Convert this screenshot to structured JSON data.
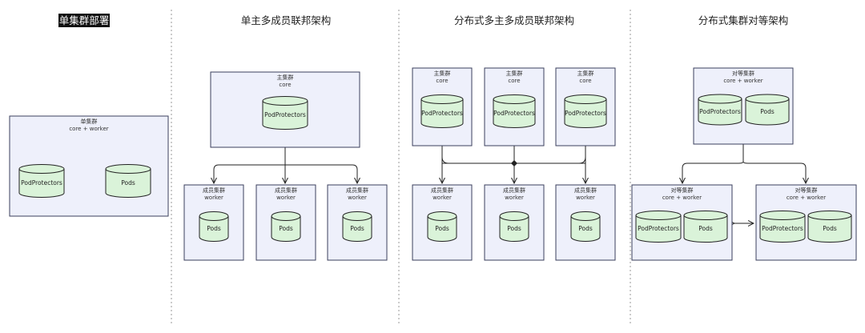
{
  "sections": [
    {
      "title": "单集群部署",
      "title_highlight": true,
      "clusters": [
        {
          "title": "单集群",
          "subtitle": "core + worker",
          "stores": [
            "PodProtectors",
            "Pods"
          ]
        }
      ]
    },
    {
      "title": "单主多成员联邦架构",
      "title_highlight": false,
      "clusters": [
        {
          "title": "主集群",
          "subtitle": "core",
          "stores": [
            "PodProtectors"
          ]
        },
        {
          "title": "成员集群",
          "subtitle": "worker",
          "stores": [
            "Pods"
          ]
        },
        {
          "title": "成员集群",
          "subtitle": "worker",
          "stores": [
            "Pods"
          ]
        },
        {
          "title": "成员集群",
          "subtitle": "worker",
          "stores": [
            "Pods"
          ]
        }
      ]
    },
    {
      "title": "分布式多主多成员联邦架构",
      "title_highlight": false,
      "clusters": [
        {
          "title": "主集群",
          "subtitle": "core",
          "stores": [
            "PodProtectors"
          ]
        },
        {
          "title": "主集群",
          "subtitle": "core",
          "stores": [
            "PodProtectors"
          ]
        },
        {
          "title": "主集群",
          "subtitle": "core",
          "stores": [
            "PodProtectors"
          ]
        },
        {
          "title": "成员集群",
          "subtitle": "worker",
          "stores": [
            "Pods"
          ]
        },
        {
          "title": "成员集群",
          "subtitle": "worker",
          "stores": [
            "Pods"
          ]
        },
        {
          "title": "成员集群",
          "subtitle": "worker",
          "stores": [
            "Pods"
          ]
        }
      ]
    },
    {
      "title": "分布式集群对等架构",
      "title_highlight": false,
      "clusters": [
        {
          "title": "对等集群",
          "subtitle": "core + worker",
          "stores": [
            "PodProtectors",
            "Pods"
          ]
        },
        {
          "title": "对等集群",
          "subtitle": "core + worker",
          "stores": [
            "PodProtectors",
            "Pods"
          ]
        },
        {
          "title": "对等集群",
          "subtitle": "core + worker",
          "stores": [
            "PodProtectors",
            "Pods"
          ]
        }
      ]
    }
  ],
  "colors": {
    "cluster_fill": "#eef0fb",
    "cluster_stroke": "#3b3f5c",
    "store_fill": "#daf3d9",
    "title_highlight_bg": "#111111"
  }
}
